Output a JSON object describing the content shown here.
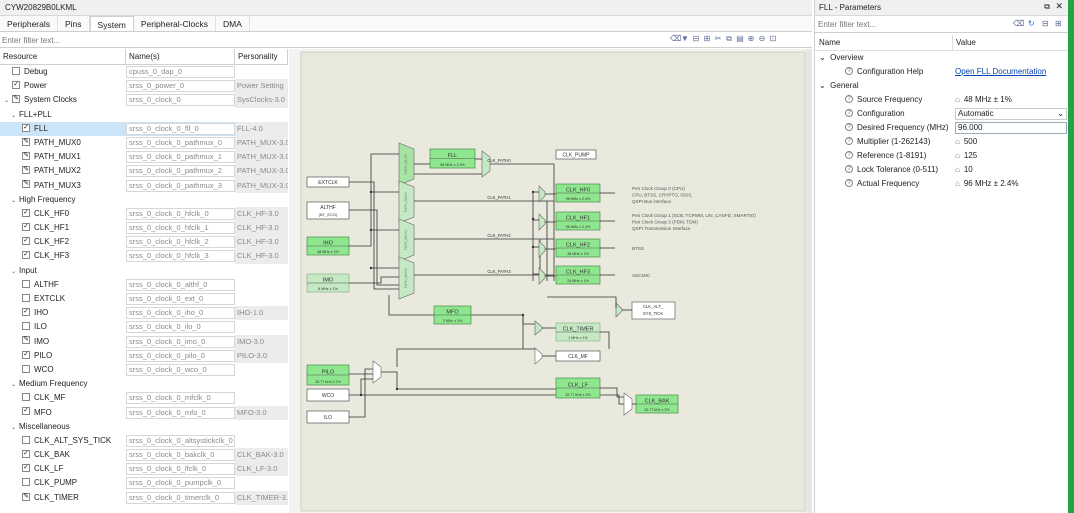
{
  "window_title": "CYW20829B0LKML",
  "tabs": [
    "Peripherals",
    "Pins",
    "System",
    "Peripheral-Clocks",
    "DMA"
  ],
  "active_tab": "System",
  "filter_placeholder": "Enter filter text...",
  "grid_headers": {
    "resource": "Resource",
    "names": "Name(s)",
    "personality": "Personality"
  },
  "rows": [
    {
      "label": "Debug",
      "level": 0,
      "check": "unchecked",
      "name": "cpuss_0_dap_0",
      "pers": ""
    },
    {
      "label": "Power",
      "level": 0,
      "check": "checked",
      "name": "srss_0_power_0",
      "pers": "Power Setting"
    },
    {
      "label": "System Clocks",
      "level": 0,
      "check": "partial",
      "expand": true,
      "name": "srss_0_clock_0",
      "pers": "SysClocks-3.0"
    },
    {
      "label": "FLL+PLL",
      "level": 1,
      "group": true
    },
    {
      "label": "FLL",
      "level": 2,
      "check": "checked",
      "name": "srss_0_clock_0_fll_0",
      "pers": "FLL-4.0",
      "selected": true
    },
    {
      "label": "PATH_MUX0",
      "level": 2,
      "check": "partial",
      "name": "srss_0_clock_0_pathmux_0",
      "pers": "PATH_MUX-3.0"
    },
    {
      "label": "PATH_MUX1",
      "level": 2,
      "check": "partial",
      "name": "srss_0_clock_0_pathmux_1",
      "pers": "PATH_MUX-3.0"
    },
    {
      "label": "PATH_MUX2",
      "level": 2,
      "check": "partial",
      "name": "srss_0_clock_0_pathmux_2",
      "pers": "PATH_MUX-3.0"
    },
    {
      "label": "PATH_MUX3",
      "level": 2,
      "check": "partial",
      "name": "srss_0_clock_0_pathmux_3",
      "pers": "PATH_MUX-3.0"
    },
    {
      "label": "High Frequency",
      "level": 1,
      "group": true
    },
    {
      "label": "CLK_HF0",
      "level": 2,
      "check": "checked",
      "name": "srss_0_clock_0_hfclk_0",
      "pers": "CLK_HF-3.0"
    },
    {
      "label": "CLK_HF1",
      "level": 2,
      "check": "checked",
      "name": "srss_0_clock_0_hfclk_1",
      "pers": "CLK_HF-3.0"
    },
    {
      "label": "CLK_HF2",
      "level": 2,
      "check": "checked",
      "name": "srss_0_clock_0_hfclk_2",
      "pers": "CLK_HF-3.0"
    },
    {
      "label": "CLK_HF3",
      "level": 2,
      "check": "checked",
      "name": "srss_0_clock_0_hfclk_3",
      "pers": "CLK_HF-3.0"
    },
    {
      "label": "Input",
      "level": 1,
      "group": true
    },
    {
      "label": "ALTHF",
      "level": 2,
      "check": "unchecked",
      "name": "srss_0_clock_0_althf_0",
      "pers": ""
    },
    {
      "label": "EXTCLK",
      "level": 2,
      "check": "unchecked",
      "name": "srss_0_clock_0_ext_0",
      "pers": ""
    },
    {
      "label": "IHO",
      "level": 2,
      "check": "checked",
      "name": "srss_0_clock_0_iho_0",
      "pers": "IHO-1.0"
    },
    {
      "label": "ILO",
      "level": 2,
      "check": "unchecked",
      "name": "srss_0_clock_0_ilo_0",
      "pers": ""
    },
    {
      "label": "IMO",
      "level": 2,
      "check": "partial",
      "name": "srss_0_clock_0_imo_0",
      "pers": "IMO-3.0"
    },
    {
      "label": "PILO",
      "level": 2,
      "check": "checked",
      "name": "srss_0_clock_0_pilo_0",
      "pers": "PILO-3.0"
    },
    {
      "label": "WCO",
      "level": 2,
      "check": "unchecked",
      "name": "srss_0_clock_0_wco_0",
      "pers": ""
    },
    {
      "label": "Medium Frequency",
      "level": 1,
      "group": true
    },
    {
      "label": "CLK_MF",
      "level": 2,
      "check": "unchecked",
      "name": "srss_0_clock_0_mfclk_0",
      "pers": ""
    },
    {
      "label": "MFO",
      "level": 2,
      "check": "checked",
      "name": "srss_0_clock_0_mfo_0",
      "pers": "MFO-3.0"
    },
    {
      "label": "Miscellaneous",
      "level": 1,
      "group": true
    },
    {
      "label": "CLK_ALT_SYS_TICK",
      "level": 2,
      "check": "unchecked",
      "name": "srss_0_clock_0_altsystickclk_0",
      "pers": ""
    },
    {
      "label": "CLK_BAK",
      "level": 2,
      "check": "checked",
      "name": "srss_0_clock_0_bakclk_0",
      "pers": "CLK_BAK-3.0"
    },
    {
      "label": "CLK_LF",
      "level": 2,
      "check": "checked",
      "name": "srss_0_clock_0_lfclk_0",
      "pers": "CLK_LF-3.0"
    },
    {
      "label": "CLK_PUMP",
      "level": 2,
      "check": "unchecked",
      "name": "srss_0_clock_0_pumpclk_0",
      "pers": ""
    },
    {
      "label": "CLK_TIMER",
      "level": 2,
      "check": "partial",
      "name": "srss_0_clock_0_timerclk_0",
      "pers": "CLK_TIMER-3.0"
    }
  ],
  "diagram": {
    "fll": {
      "title": "FLL",
      "freq": "96 MHz ± 2.4%"
    },
    "clk_pump": "CLK_PUMP",
    "extclk": "EXTCLK",
    "althf": "ALTHF",
    "althf_sub": "(BT_ECO)",
    "iho": {
      "title": "IHO",
      "freq": "48 MHz ± 1%"
    },
    "imo": {
      "title": "IMO",
      "freq": "8 MHz ± 1%"
    },
    "paths": [
      "CLK_PATH0",
      "CLK_PATH1",
      "CLK_PATH2",
      "CLK_PATH3"
    ],
    "path_mux_labels": [
      "PATH_MUX0",
      "PATH_MUX1",
      "PATH_MUX2",
      "PATH_MUX3"
    ],
    "hf": [
      {
        "title": "CLK_HF0",
        "freq": "96 MHz ± 2.4%"
      },
      {
        "title": "CLK_HF1",
        "freq": "96 MHz ± 2.4%"
      },
      {
        "title": "CLK_HF2",
        "freq": "48 MHz ± 1%"
      },
      {
        "title": "CLK_HF3",
        "freq": "24 MHz ± 1%"
      }
    ],
    "group0": [
      "Peri Clock Group 0 (CPU)",
      "CPU, BTSS, CRYPTO, IOSS,",
      "QSPI Bus interface"
    ],
    "group1": [
      "Peri Clock Group 1 (SCB, TCPWM, LIN, CANFD, SMARTIO)",
      "Peri Clock Group 3 (PDM, TDM)",
      "QSPI Transmission Interface"
    ],
    "btss": "BTSS",
    "adcmic": "ADCMIC",
    "mfo": {
      "title": "MFO",
      "freq": "2 MHz ± 1%"
    },
    "alt_sys_tick": [
      "CLK_ALT_",
      "SYS_TICK"
    ],
    "clk_timer": {
      "title": "CLK_TIMER",
      "freq": "1 MHz ± 1%"
    },
    "clk_mf": "CLK_MF",
    "pilo": {
      "title": "PILO",
      "freq": "32.77 kHz ± 2%"
    },
    "wco": "WCO",
    "ilo": "ILO",
    "clk_lf": {
      "title": "CLK_LF",
      "freq": "32.77 kHz ± 2%"
    },
    "clk_bak": {
      "title": "CLK_BAK",
      "freq": "32.77 kHz ± 2%"
    }
  },
  "params": {
    "title": "FLL - Parameters",
    "filter_placeholder": "Enter filter text...",
    "col_name": "Name",
    "col_value": "Value",
    "overview": "Overview",
    "config_help_label": "Configuration Help",
    "config_help_link": "Open FLL Documentation",
    "general": "General",
    "items": [
      {
        "label": "Source Frequency",
        "value": "48 MHz ± 1%",
        "locked": true
      },
      {
        "label": "Configuration",
        "value": "Automatic",
        "dropdown": true
      },
      {
        "label": "Desired Frequency (MHz)",
        "value": "96.000",
        "editable": true
      },
      {
        "label": "Multiplier (1-262143)",
        "value": "500",
        "locked": true
      },
      {
        "label": "Reference (1-8191)",
        "value": "125",
        "locked": true
      },
      {
        "label": "Lock Tolerance (0-511)",
        "value": "10",
        "locked": true
      },
      {
        "label": "Actual Frequency",
        "value": "96 MHz ± 2.4%",
        "locked": true
      }
    ]
  },
  "colors": {
    "accent_green": "#22a345",
    "block_green": "#8ee68e",
    "faded_green": "#bfe8bf"
  }
}
